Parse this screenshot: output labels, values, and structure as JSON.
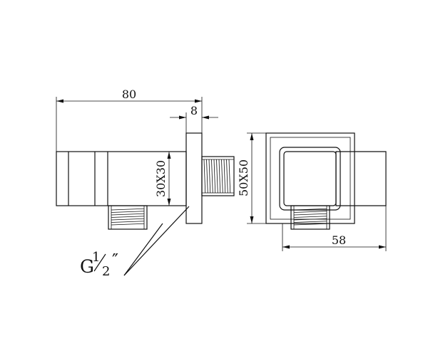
{
  "dimensions": {
    "overall_length": "80",
    "flange_thickness": "8",
    "body_section": "30X30",
    "flange_section": "50X50",
    "front_width": "58"
  },
  "thread": {
    "letter": "G",
    "numerator": "1",
    "denominator": "2",
    "inch_mark": "″"
  }
}
